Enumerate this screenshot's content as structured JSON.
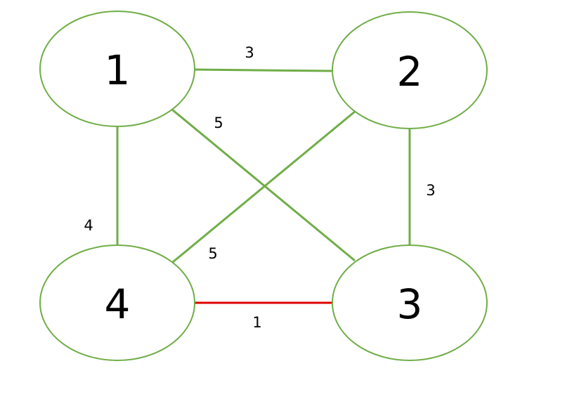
{
  "colors": {
    "edge": "#70ad47",
    "highlight_edge": "#e00000",
    "node_stroke": "#70ad47",
    "text": "#000000"
  },
  "nodes": [
    {
      "id": "1",
      "label": "1"
    },
    {
      "id": "2",
      "label": "2"
    },
    {
      "id": "3",
      "label": "3"
    },
    {
      "id": "4",
      "label": "4"
    }
  ],
  "edges": [
    {
      "from": "1",
      "to": "2",
      "weight": "3",
      "highlighted": false
    },
    {
      "from": "1",
      "to": "3",
      "weight": "5",
      "highlighted": false
    },
    {
      "from": "2",
      "to": "3",
      "weight": "3",
      "highlighted": false
    },
    {
      "from": "1",
      "to": "4",
      "weight": "4",
      "highlighted": false
    },
    {
      "from": "2",
      "to": "4",
      "weight": "5",
      "highlighted": false
    },
    {
      "from": "4",
      "to": "3",
      "weight": "1",
      "highlighted": true
    }
  ]
}
